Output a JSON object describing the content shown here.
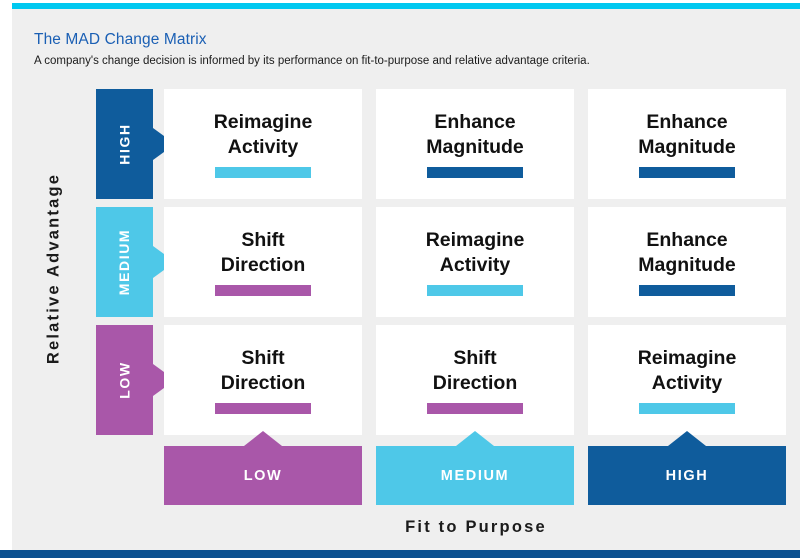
{
  "header": {
    "title": "The MAD Change Matrix",
    "subtitle": "A company's change decision is informed by its performance on fit-to-purpose and relative advantage criteria."
  },
  "axes": {
    "y_label": "Relative Advantage",
    "x_label": "Fit to Purpose"
  },
  "colors": {
    "dark_blue": "#0f5c9c",
    "cyan": "#4ec8e8",
    "purple": "#a957a9",
    "top_rule": "#00c8f0",
    "bottom_rule": "#0a5090",
    "title_blue": "#1a5fb4",
    "canvas": "#efefef",
    "cell": "#ffffff",
    "text": "#111111"
  },
  "chart_data": {
    "type": "heatmap",
    "title": "The MAD Change Matrix",
    "xlabel": "Fit to Purpose",
    "ylabel": "Relative Advantage",
    "row_categories": [
      "HIGH",
      "MEDIUM",
      "LOW"
    ],
    "col_categories": [
      "LOW",
      "MEDIUM",
      "HIGH"
    ],
    "row_colors": [
      "#0f5c9c",
      "#4ec8e8",
      "#a957a9"
    ],
    "col_colors": [
      "#a957a9",
      "#4ec8e8",
      "#0f5c9c"
    ],
    "legend_position": "none",
    "grid": true,
    "cells": [
      [
        {
          "line1": "Reimagine",
          "line2": "Activity",
          "bar_color": "#4ec8e8"
        },
        {
          "line1": "Enhance",
          "line2": "Magnitude",
          "bar_color": "#0f5c9c"
        },
        {
          "line1": "Enhance",
          "line2": "Magnitude",
          "bar_color": "#0f5c9c"
        }
      ],
      [
        {
          "line1": "Shift",
          "line2": "Direction",
          "bar_color": "#a957a9"
        },
        {
          "line1": "Reimagine",
          "line2": "Activity",
          "bar_color": "#4ec8e8"
        },
        {
          "line1": "Enhance",
          "line2": "Magnitude",
          "bar_color": "#0f5c9c"
        }
      ],
      [
        {
          "line1": "Shift",
          "line2": "Direction",
          "bar_color": "#a957a9"
        },
        {
          "line1": "Shift",
          "line2": "Direction",
          "bar_color": "#a957a9"
        },
        {
          "line1": "Reimagine",
          "line2": "Activity",
          "bar_color": "#4ec8e8"
        }
      ]
    ]
  },
  "rows": [
    {
      "label": "HIGH",
      "color": "#0f5c9c"
    },
    {
      "label": "MEDIUM",
      "color": "#4ec8e8"
    },
    {
      "label": "LOW",
      "color": "#a957a9"
    }
  ],
  "cols": [
    {
      "label": "LOW",
      "color": "#a957a9"
    },
    {
      "label": "MEDIUM",
      "color": "#4ec8e8"
    },
    {
      "label": "HIGH",
      "color": "#0f5c9c"
    }
  ]
}
